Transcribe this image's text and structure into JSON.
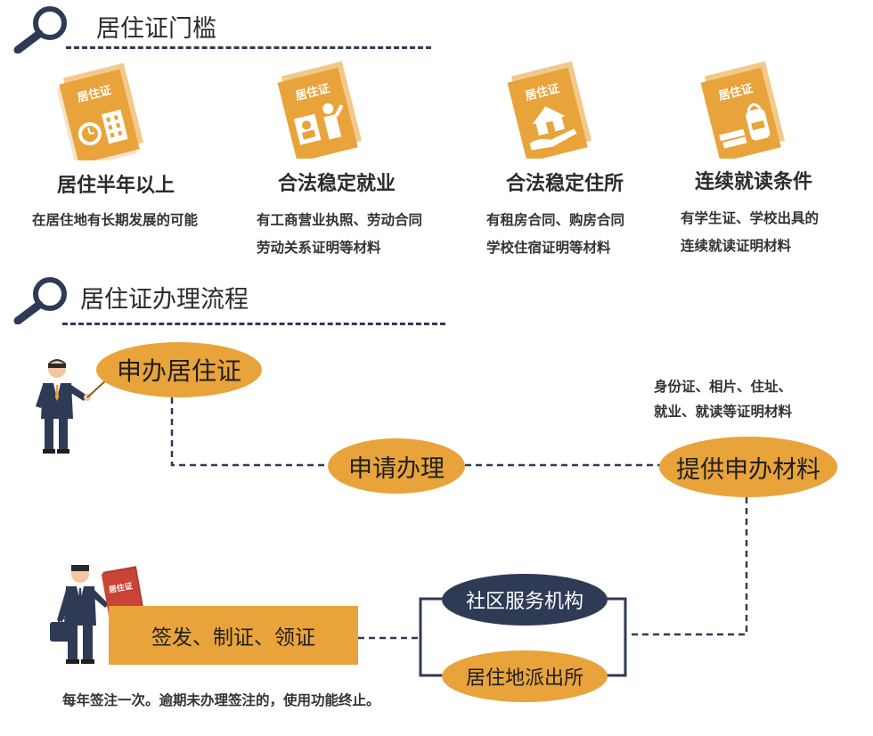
{
  "section1": {
    "title": "居住证门槛",
    "items": [
      {
        "icon": "clock-building-icon",
        "title": "居住半年以上",
        "desc": [
          "在居住地有长期发展的可能"
        ]
      },
      {
        "icon": "id-badge-person-icon",
        "title": "合法稳定就业",
        "desc": [
          "有工商营业执照、劳动合同",
          "劳动关系证明等材料"
        ]
      },
      {
        "icon": "house-hand-icon",
        "title": "合法稳定住所",
        "desc": [
          "有租房合同、购房合同",
          "学校住宿证明等材料"
        ]
      },
      {
        "icon": "books-backpack-icon",
        "title": "连续就读条件",
        "desc": [
          "有学生证、学校出具的",
          "连续就读证明材料"
        ]
      }
    ],
    "cert_label": "居住证"
  },
  "section2": {
    "title": "居住证办理流程",
    "apply": "申办居住证",
    "process": "申请办理",
    "materials": "提供申办材料",
    "materials_note": [
      "身份证、相片、住址、",
      "就业、就读等证明材料"
    ],
    "community": "社区服务机构",
    "police": "居住地派出所",
    "issue": "签发、制证、领证",
    "footer_note": "每年签注一次。逾期未办理签注的，使用功能终止。",
    "book_label": "居住证"
  },
  "colors": {
    "accent": "#e9a33b",
    "navy": "#2f3a55"
  }
}
